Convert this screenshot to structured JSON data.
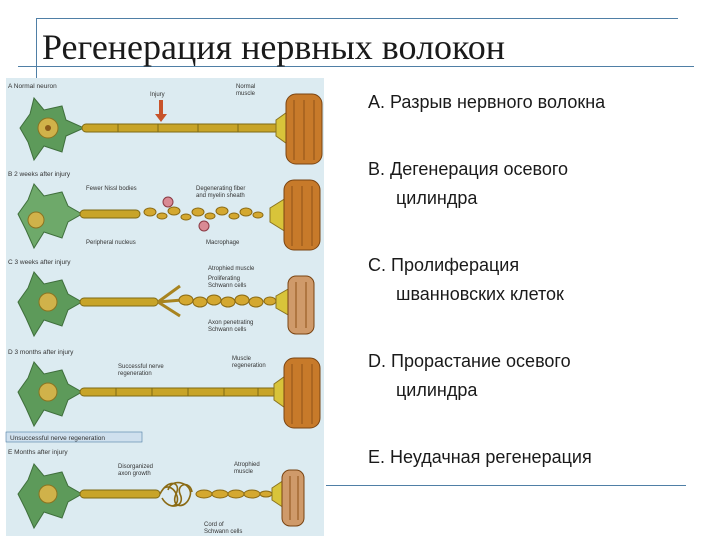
{
  "slide": {
    "title": "Регенерация нервных волокон"
  },
  "legend": {
    "a": "A. Разрыв нервного волокна",
    "b": [
      "B. Дегенерация осевого",
      "цилиндра"
    ],
    "c": [
      "C. Пролиферация",
      "шванновских клеток"
    ],
    "d": [
      "D. Прорастание осевого",
      "цилиндра"
    ],
    "e": "E. Неудачная регенерация"
  },
  "figure": {
    "stages": [
      {
        "letter": "A",
        "caption": "Normal neuron",
        "labels": [
          "Injury",
          "Normal",
          "muscle"
        ]
      },
      {
        "letter": "B",
        "caption": "2 weeks after injury",
        "labels": [
          "Fewer Nissl bodies",
          "Peripheral nucleus",
          "Degenerating fiber",
          "and myelin sheath",
          "Macrophage"
        ]
      },
      {
        "letter": "C",
        "caption": "3 weeks after injury",
        "labels": [
          "Atrophied muscle",
          "Proliferating",
          "Schwann cells",
          "Axon penetrating",
          "Schwann cells"
        ]
      },
      {
        "letter": "D",
        "caption": "3 months after injury",
        "labels": [
          "Successful nerve",
          "regeneration",
          "Muscle",
          "regeneration"
        ]
      },
      {
        "letter": "E",
        "caption": "Months after injury",
        "banner": "Unsuccessful nerve regeneration",
        "labels": [
          "Disorganized",
          "axon growth",
          "Atrophied",
          "muscle",
          "Cord of",
          "Schwann cells"
        ]
      }
    ]
  },
  "colors": {
    "neuron_body": "#5d9a5a",
    "nucleus": "#d0b24a",
    "fiber": "#c8a428",
    "muscle": "#c77a2a",
    "rule": "#4f7fa6",
    "figure_bg": "#dcebf1"
  }
}
